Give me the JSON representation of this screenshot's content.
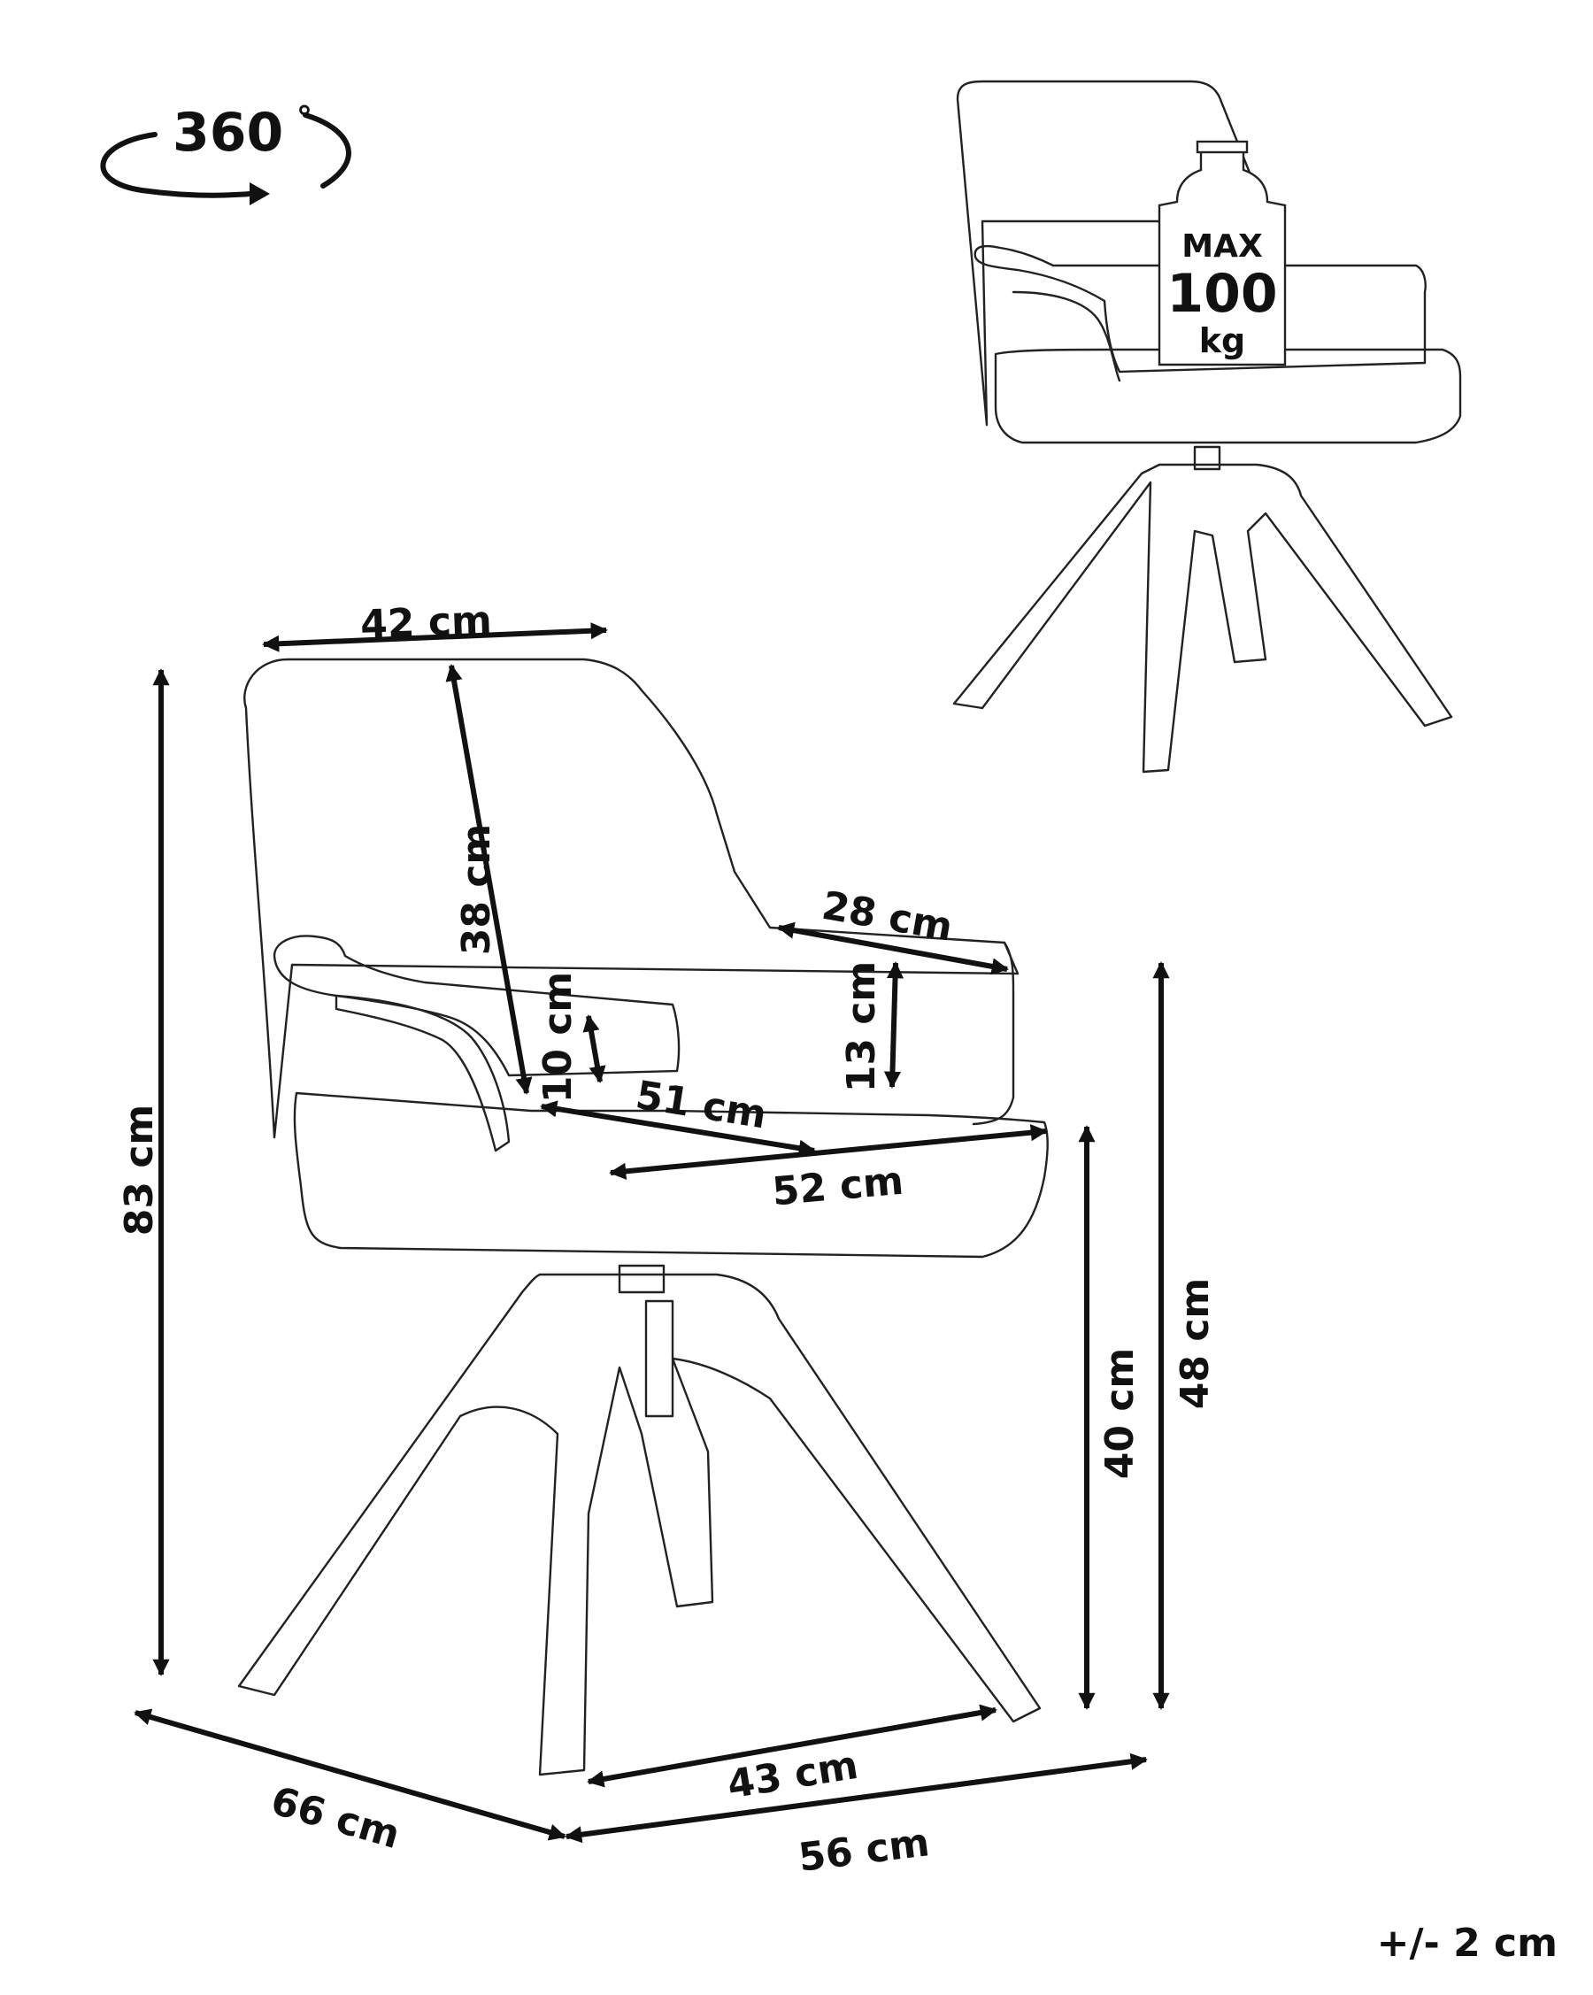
{
  "rotation": {
    "value": "360",
    "unit": "°"
  },
  "weight_limit": {
    "line1": "MAX",
    "line2": "100",
    "line3": "kg"
  },
  "tolerance": "+/- 2 cm",
  "colors": {
    "ink": "#111111",
    "outline": "#222222",
    "background": "#ffffff"
  },
  "dimensions": {
    "back_width": "42 cm",
    "back_height": "38 cm",
    "armrest_depth": "28 cm",
    "armrest_height": "13 cm",
    "side_height": "10 cm",
    "seat_depth": "51 cm",
    "seat_width": "52 cm",
    "total_height": "83 cm",
    "seat_height": "40 cm",
    "armrest_floor_height": "48 cm",
    "base_width": "43 cm",
    "total_depth": "66 cm",
    "total_width": "56 cm"
  }
}
